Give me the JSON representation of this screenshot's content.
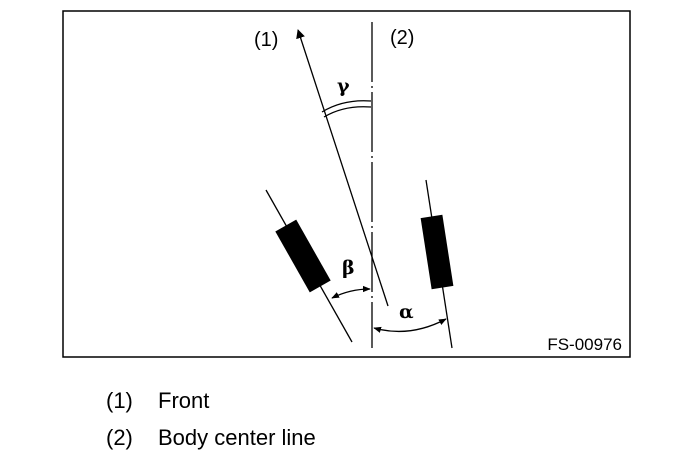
{
  "diagram": {
    "callouts": {
      "front": "(1)",
      "center_line": "(2)"
    },
    "angles": {
      "gamma": "γ",
      "beta": "β",
      "alpha": "α"
    },
    "figure_code": "FS-00976"
  },
  "legend": [
    {
      "number": "(1)",
      "text": "Front"
    },
    {
      "number": "(2)",
      "text": "Body center line"
    }
  ]
}
